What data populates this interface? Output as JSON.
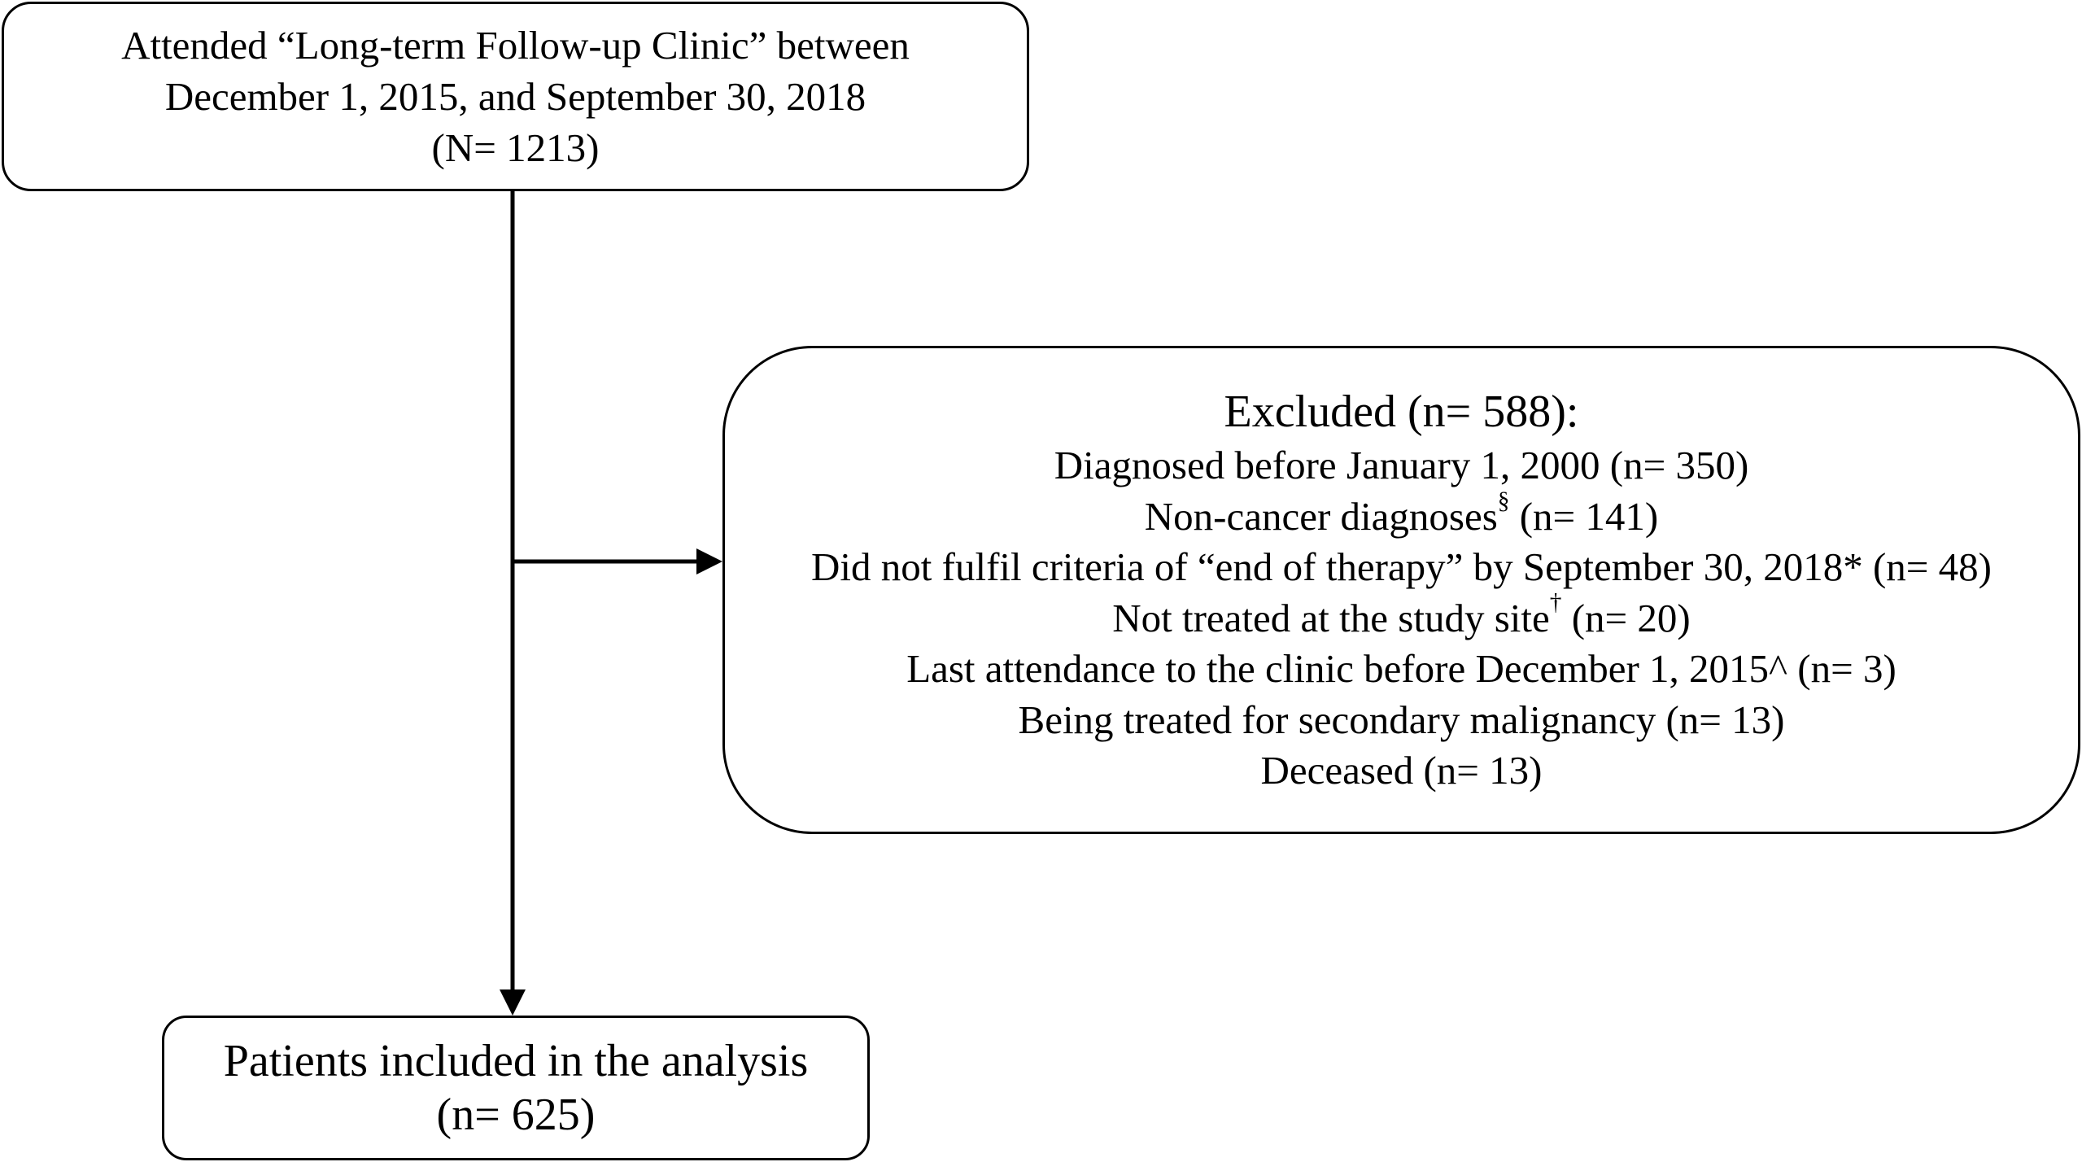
{
  "top_box": {
    "lines": [
      "Attended “Long-term Follow-up Clinic” between",
      "December 1, 2015, and September 30, 2018",
      "(N= 1213)"
    ]
  },
  "excluded_box": {
    "heading": "Excluded (n= 588):",
    "items": [
      {
        "text": "Diagnosed before January 1, 2000 (n= 350)",
        "mark": "",
        "suffix": ""
      },
      {
        "text": "Non-cancer diagnoses",
        "mark": "§",
        "suffix": " (n= 141)"
      },
      {
        "text": "Did not fulfil criteria of “end of therapy” by September 30, 2018* (n= 48)",
        "mark": "",
        "suffix": ""
      },
      {
        "text": "Not treated at the study site",
        "mark": "†",
        "suffix": " (n= 20)"
      },
      {
        "text": "Last attendance to the clinic before December 1, 2015^ (n= 3)",
        "mark": "",
        "suffix": ""
      },
      {
        "text": "Being treated for secondary malignancy (n= 13)",
        "mark": "",
        "suffix": ""
      },
      {
        "text": "Deceased (n= 13)",
        "mark": "",
        "suffix": ""
      }
    ]
  },
  "included_box": {
    "lines": [
      "Patients included in the analysis",
      "(n= 625)"
    ]
  },
  "colors": {
    "stroke": "#000000",
    "background": "#ffffff"
  }
}
